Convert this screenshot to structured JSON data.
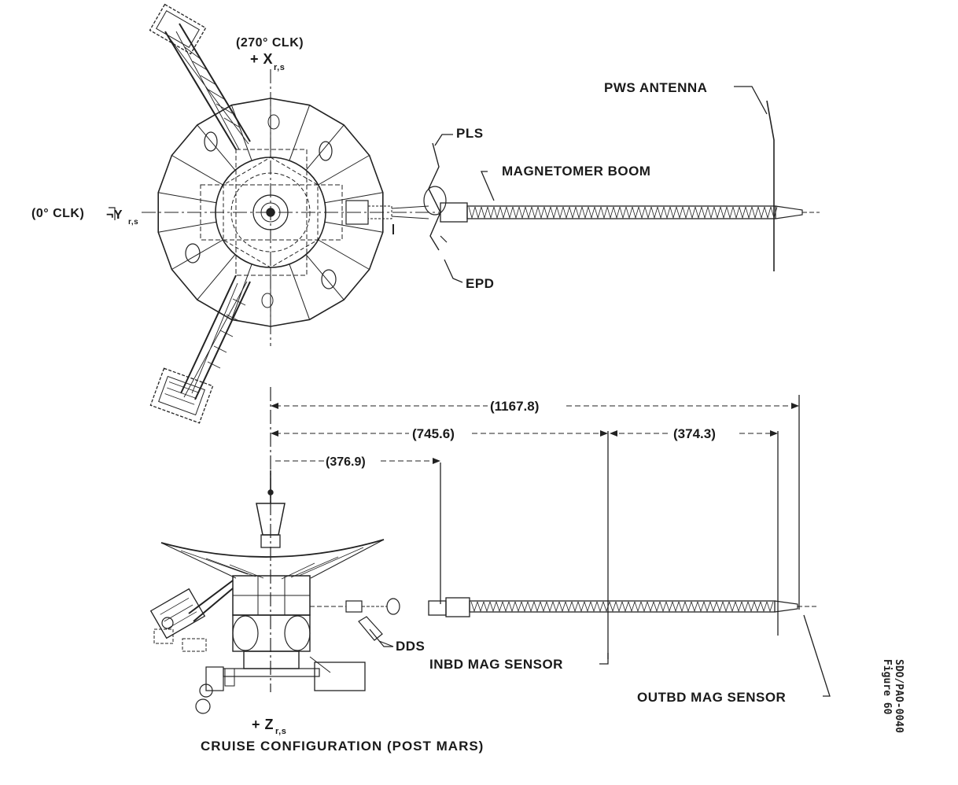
{
  "top_view": {
    "axis_x_clock": "(270° CLK)",
    "axis_x_label": "+ X",
    "axis_x_sub": "r,s",
    "axis_y_clock": "(0° CLK)",
    "axis_y_label": "¬Y",
    "axis_y_sub": "r,s",
    "labels": {
      "pws_antenna": "PWS ANTENNA",
      "pls": "PLS",
      "magnetometer_boom": "MAGNETOMER BOOM",
      "epd": "EPD"
    }
  },
  "side_view": {
    "dimensions": {
      "total": "(1167.8)",
      "inboard": "(745.6)",
      "outboard_segment": "(374.3)",
      "boom_start": "(376.9)"
    },
    "labels": {
      "dds": "DDS",
      "inbd_mag_sensor": "INBD MAG SENSOR",
      "outbd_mag_sensor": "OUTBD MAG SENSOR"
    },
    "axis_z_label": "+ Z",
    "axis_z_sub": "r,s",
    "caption": "CRUISE  CONFIGURATION (POST MARS)"
  },
  "document_id": {
    "line1": "SDO/PAO-0040",
    "line2": "Figure 60"
  }
}
